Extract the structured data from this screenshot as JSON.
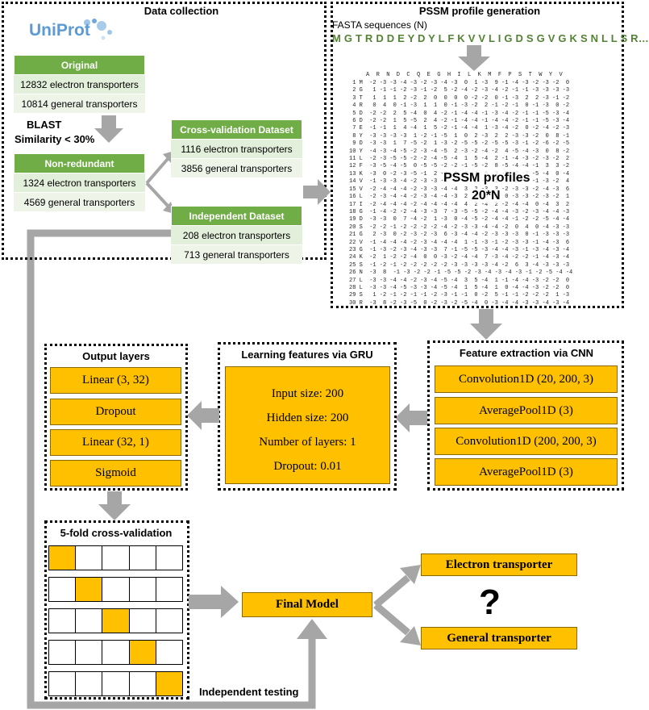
{
  "data_collection": {
    "title": "Data collection",
    "logo_text": "UniProt",
    "original_header": "Original",
    "original_rows": [
      "12832 electron transporters",
      "10814 general transporters"
    ],
    "blast_label": "BLAST",
    "similarity_label": "Similarity < 30%",
    "nonredundant_header": "Non-redundant",
    "nonredundant_rows": [
      "1324 electron transporters",
      "4569 general transporters"
    ],
    "cv_header": "Cross-validation Dataset",
    "cv_rows": [
      "1116 electron transporters",
      "3856 general transporters"
    ],
    "ind_header": "Independent Dataset",
    "ind_rows": [
      "208 electron transporters",
      "713 general transporters"
    ]
  },
  "pssm": {
    "title": "PSSM profile generation",
    "fasta_label": "FASTA sequences (N)",
    "sequence": "M G T R D D E Y D Y L F K V V L I G D S G V G K S N L L S R…",
    "profile_label": "PSSM profiles",
    "profile_size": "20*N",
    "header_row": "     A  R  N  D  C  Q  E  G  H  I  L  K  M  F  P  S  T  W  Y  V",
    "rows": [
      " 1 M  -2 -3 -3 -4 -3 -2 -3 -4 -3  0  1 -3  9 -1 -4 -3 -2 -3 -2  0",
      " 2 G   1 -1 -1 -2 -3 -1 -2  5 -2 -4 -2 -3 -4 -2 -1 -1 -3 -3 -3 -3",
      " 3 T   1  1  1  2 -2  2  0  0  0  0 -2 -2  0 -1 -3  2  2 -3 -1 -2",
      " 4 R   0  4  0 -1 -3  1  1  0 -1 -3 -2  2 -1 -2 -1  0 -1 -3  0 -2",
      " 5 D  -2 -2  2  5 -4  0  4 -2 -1 -4 -4 -1 -3 -4 -2 -1 -1 -5 -3 -4",
      " 6 D  -2 -2  1  5 -5  2  4 -2 -1 -4 -4 -1 -4 -4 -2 -1 -1 -5 -3 -4",
      " 7 E  -1 -1  1  4 -4  1  5 -2 -1 -4 -4  1 -3 -4 -2  0 -2 -4 -2 -3",
      " 8 Y  -3 -3 -3 -3  1 -2 -1 -5  1  0  2 -3  2  2 -3 -3 -2  0  8 -1",
      " 9 D  -3 -3  1  7 -5 -2  1 -3 -2 -5 -5 -2 -5 -5 -3 -1 -2 -6 -2 -5",
      "10 Y  -4 -3 -4 -5 -2 -3 -4 -5  2 -3 -2 -4 -2  4 -5 -4 -3  0  8 -2",
      "11 L  -2 -3 -5 -5 -2 -2 -4 -5 -4  1  5 -4  2 -1 -4 -3 -2 -3 -2  2",
      "12 F  -3 -5 -4 -5  0 -5 -5 -2 -2 -1 -5 -2  8 -5 -4 -4 -1  3  3 -2",
      "13 K  -3  0 -2 -3 -5 -1  2 -3  1 -3 -4  6 -3 -5 -2 -2 -5 -4  0 -4",
      "14 V  -1 -3 -3 -4 -2 -3 -3 -4 -2  3  2 -3  1 -1 -3 -2 -1 -3 -2  4",
      "15 V  -2 -4 -4 -4 -2 -3 -3 -4 -4  3  2 -3  3 -2 -3 -3 -2 -4 -3  6",
      "16 L  -2 -3 -4 -4 -2 -3 -4 -4 -3  2  2 -3  2  0 -3 -3 -2 -3 -2  1",
      "17 I  -2 -4 -4 -4 -2 -4 -4 -4 -4  4  2 -4  2 -2 -4 -4  0 -4  3  2",
      "18 G  -1 -4 -2 -2 -4 -3 -3  7 -3 -5 -5 -2 -4 -4 -3 -2 -3 -4 -4 -3",
      "19 D  -3 -3  0  7 -4 -2  1 -3  0 -4 -5 -2 -4 -4 -1 -2 -2 -5 -4 -4",
      "20 S  -2 -2 -1 -2 -2 -2 -2 -4 -2 -3 -3 -4 -4 -2  0  4  0 -4 -3 -3",
      "21 G   2 -3  0 -2 -3 -2 -3  6 -3 -4 -4 -2 -3 -3 -3  0 -1 -3 -3 -3",
      "22 V  -1 -4 -4 -4 -2 -3 -4 -4 -4  1 -1 -3 -1 -2 -3 -3 -1 -4 -3  6",
      "23 G  -1 -3 -2 -3 -4 -3 -3  7 -1 -5 -5 -3 -4 -4 -3 -1 -3 -4 -3 -4",
      "24 K  -2  1 -2 -2 -4  0  0 -3 -2 -4 -4  7 -3 -4 -2 -2 -1 -4 -3 -4",
      "25 S  -1 -2 -1 -2 -2 -2 -2 -2 -3 -3 -3 -3 -4 -2  6  3 -4 -3 -3 -3",
      "26 N  -3  8  -1 -3 -2 -2 -1 -5 -5 -2 -3 -4 -3 -4 -3 -1 -2 -5 -4 -4",
      "27 L  -3 -3 -4 -4 -2 -3 -4 -5 -4  3  5 -4  1 -1 -4 -4 -3 -2 -2  0",
      "28 L  -3 -3 -4 -5 -3 -3 -4 -5 -4  1  5 -4  1  0 -4 -4 -3 -2 -2  0",
      "29 S   1 -2 -1 -2 -1 -1 -2 -3 -1 -1  0 -2  5 -1 -1 -2 -2 -2  1 -3",
      "30 R  -3  8 -2 -3 -5  0 -2 -3 -2 -5 -4  0 -3 -4 -4 -3 -3 -4 -3 -4"
    ]
  },
  "cnn": {
    "title": "Feature extraction via CNN",
    "layers": [
      "Convolution1D (20, 200, 3)",
      "AveragePool1D (3)",
      "Convolution1D (200, 200, 3)",
      "AveragePool1D (3)"
    ]
  },
  "gru": {
    "title": "Learning features via GRU",
    "lines": [
      "Input size: 200",
      "Hidden size: 200",
      "Number of layers: 1",
      "Dropout: 0.01"
    ]
  },
  "output": {
    "title": "Output layers",
    "layers": [
      "Linear (3, 32)",
      "Dropout",
      "Linear (32, 1)",
      "Sigmoid"
    ]
  },
  "cv": {
    "title": "5-fold cross-validation",
    "highlight": [
      0,
      1,
      2,
      3,
      4
    ],
    "folds": 5
  },
  "final": {
    "model_label": "Final Model",
    "electron_label": "Electron transporter",
    "general_label": "General transporter",
    "question": "?",
    "independent_label": "Independent testing"
  },
  "colors": {
    "green_header": "#70ad47",
    "green_cell": "#e2efda",
    "yellow": "#ffc000",
    "arrow_gray": "#a6a6a6",
    "sequence_green": "#548235"
  },
  "icons": [
    "uniprot-logo-icon",
    "down-arrow-icon",
    "right-arrow-icon",
    "left-arrow-icon",
    "up-arrow-icon",
    "branch-arrow-icon"
  ]
}
